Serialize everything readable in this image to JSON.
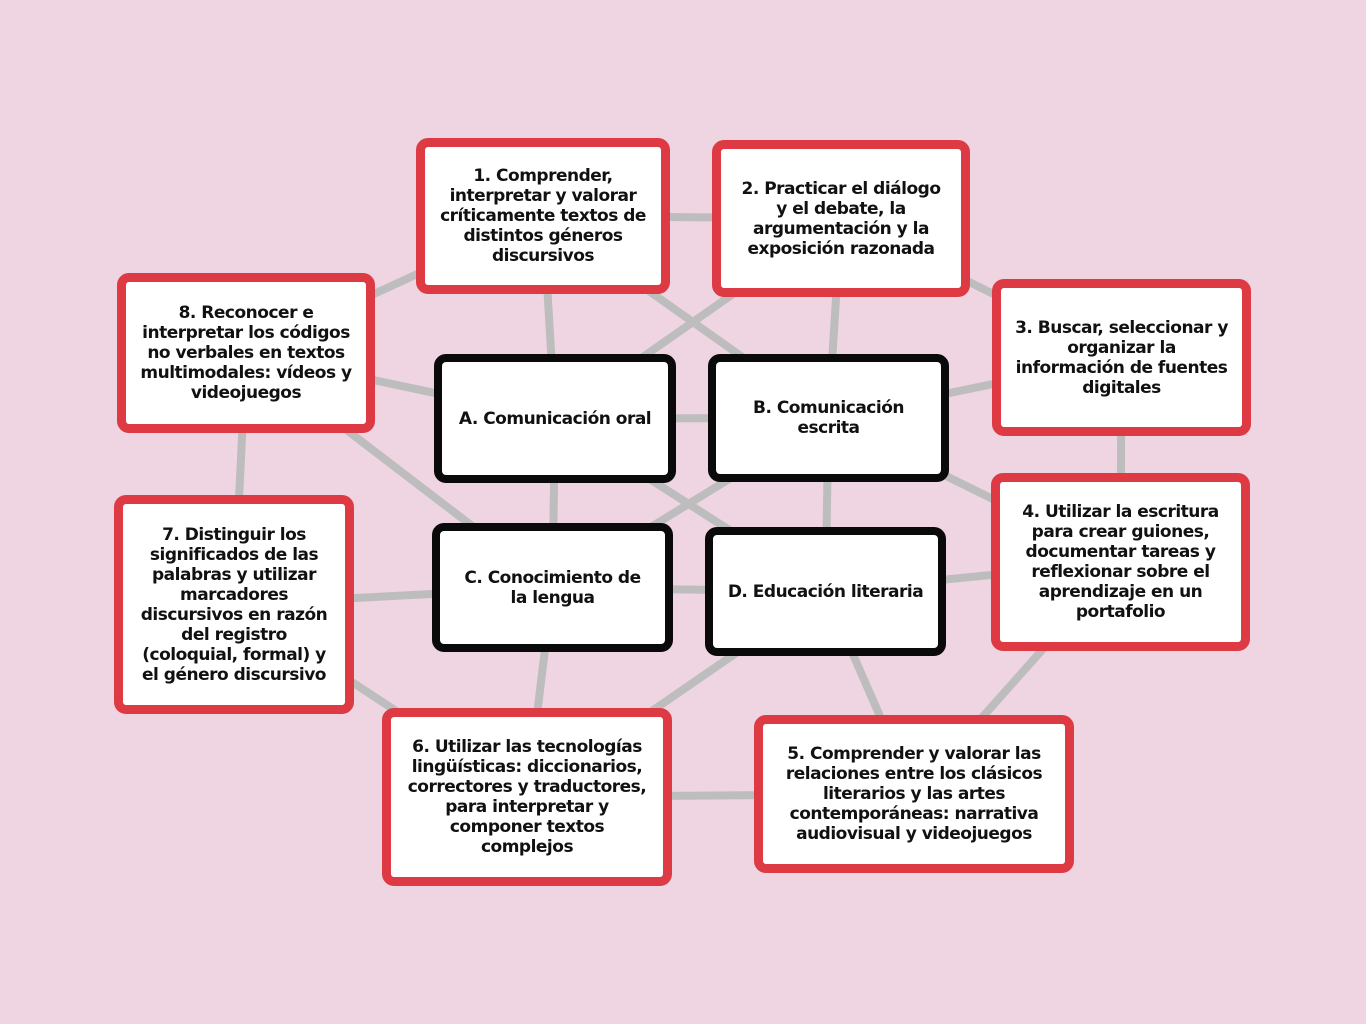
{
  "colors": {
    "background": "#efd5e1",
    "competence_border": "#dd3a43",
    "block_border": "#0a0a0a",
    "connector": "#bdbdbd"
  },
  "blocks": [
    {
      "id": "A",
      "label": "A. Comunicación oral"
    },
    {
      "id": "B",
      "label": "B. Comunicación escrita"
    },
    {
      "id": "C",
      "label": "C. Conocimiento de la lengua"
    },
    {
      "id": "D",
      "label": "D. Educación literaria"
    }
  ],
  "competences": [
    {
      "id": "1",
      "label": "1. Comprender, interpretar y valorar críticamente textos de distintos géneros discursivos"
    },
    {
      "id": "2",
      "label": "2. Practicar el diálogo y el debate, la argumentación y la exposición razonada"
    },
    {
      "id": "3",
      "label": "3. Buscar, seleccionar y organizar la información de fuentes digitales"
    },
    {
      "id": "4",
      "label": "4. Utilizar la escritura para crear guiones, documentar tareas y reflexionar sobre el aprendizaje en un portafolio"
    },
    {
      "id": "5",
      "label": "5. Comprender y valorar las relaciones entre los clásicos literarios y las artes contemporáneas: narrativa audiovisual y videojuegos"
    },
    {
      "id": "6",
      "label": "6. Utilizar las tecnologías lingüísticas: diccionarios, correctores y traductores, para interpretar y componer textos complejos"
    },
    {
      "id": "7",
      "label": "7. Distinguir los significados de las palabras y utilizar marcadores discursivos en razón del registro (coloquial, formal) y el género discursivo"
    },
    {
      "id": "8",
      "label": "8. Reconocer e interpretar los códigos no verbales en textos multimodales: vídeos y videojuegos"
    }
  ],
  "connections": [
    [
      "1",
      "2"
    ],
    [
      "2",
      "3"
    ],
    [
      "3",
      "4"
    ],
    [
      "4",
      "5"
    ],
    [
      "5",
      "6"
    ],
    [
      "6",
      "7"
    ],
    [
      "7",
      "8"
    ],
    [
      "8",
      "1"
    ],
    [
      "1",
      "A"
    ],
    [
      "1",
      "B"
    ],
    [
      "2",
      "A"
    ],
    [
      "2",
      "B"
    ],
    [
      "3",
      "B"
    ],
    [
      "4",
      "B"
    ],
    [
      "4",
      "D"
    ],
    [
      "5",
      "D"
    ],
    [
      "6",
      "C"
    ],
    [
      "6",
      "D"
    ],
    [
      "7",
      "C"
    ],
    [
      "8",
      "A"
    ],
    [
      "8",
      "C"
    ],
    [
      "A",
      "B"
    ],
    [
      "A",
      "C"
    ],
    [
      "A",
      "D"
    ],
    [
      "B",
      "C"
    ],
    [
      "B",
      "D"
    ],
    [
      "C",
      "D"
    ]
  ]
}
